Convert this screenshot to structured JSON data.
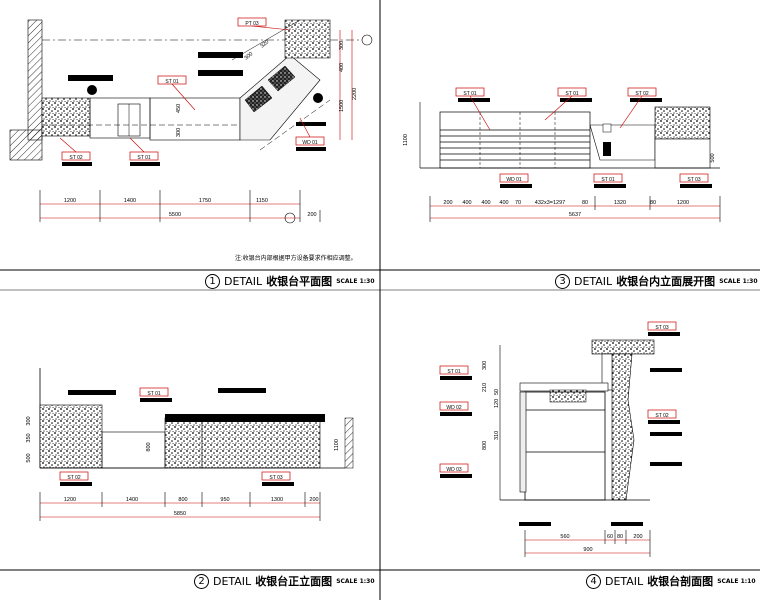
{
  "panels": [
    {
      "num": "1",
      "detail": "DETAIL",
      "name": "收银台平面图",
      "scale": "SCALE 1:30"
    },
    {
      "num": "3",
      "detail": "DETAIL",
      "name": "收银台内立面展开图",
      "scale": "SCALE 1:30"
    },
    {
      "num": "2",
      "detail": "DETAIL",
      "name": "收银台正立面图",
      "scale": "SCALE 1:30"
    },
    {
      "num": "4",
      "detail": "DETAIL",
      "name": "收银台剖面图",
      "scale": "SCALE 1:10"
    }
  ],
  "note": "注:收银台内部根据甲方设备要求作相应调整。",
  "dims": {
    "plan": [
      "1200",
      "1400",
      "1750",
      "1150",
      "200",
      "5500",
      "300",
      "400",
      "1500",
      "2200",
      "450",
      "300",
      "320",
      "300"
    ],
    "elev_inner": [
      "200",
      "400",
      "400",
      "400",
      "70",
      "432x3=1297",
      "80",
      "1320",
      "80",
      "1200",
      "5637",
      "1100",
      "500"
    ],
    "elev_front": [
      "1200",
      "1400",
      "800",
      "950",
      "1300",
      "200",
      "5850",
      "1100",
      "800",
      "300",
      "350",
      "500"
    ],
    "section": [
      "300",
      "210",
      "50",
      "120",
      "310",
      "800",
      "560",
      "900",
      "60",
      "80",
      "200"
    ]
  },
  "tags": {
    "st01": "ST 01",
    "st02": "ST 02",
    "st03": "ST 03",
    "wd01": "WD 01",
    "wd02": "WD 02",
    "wd03": "WD 03",
    "pt03": "PT 03"
  }
}
